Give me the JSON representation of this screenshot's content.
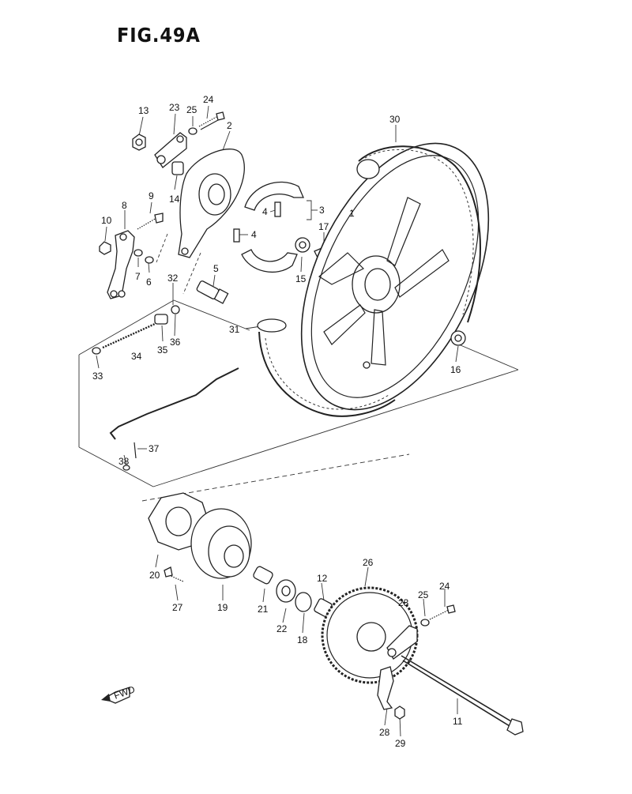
{
  "header": {
    "figure_title": "FIG.49A",
    "corner_mark": "–––"
  },
  "fwd_label": "FWD",
  "callouts": [
    {
      "id": "p13",
      "text": "13"
    },
    {
      "id": "p23a",
      "text": "23"
    },
    {
      "id": "p25a",
      "text": "25"
    },
    {
      "id": "p24a",
      "text": "24"
    },
    {
      "id": "p2",
      "text": "2"
    },
    {
      "id": "p30",
      "text": "30"
    },
    {
      "id": "p14",
      "text": "14"
    },
    {
      "id": "p9",
      "text": "9"
    },
    {
      "id": "p8",
      "text": "8"
    },
    {
      "id": "p10",
      "text": "10"
    },
    {
      "id": "p3",
      "text": "3"
    },
    {
      "id": "p4a",
      "text": "4"
    },
    {
      "id": "p4b",
      "text": "4"
    },
    {
      "id": "p1",
      "text": "1"
    },
    {
      "id": "p17",
      "text": "17"
    },
    {
      "id": "p7",
      "text": "7"
    },
    {
      "id": "p6",
      "text": "6"
    },
    {
      "id": "p32",
      "text": "32"
    },
    {
      "id": "p5",
      "text": "5"
    },
    {
      "id": "p15",
      "text": "15"
    },
    {
      "id": "p31",
      "text": "31"
    },
    {
      "id": "p35",
      "text": "35"
    },
    {
      "id": "p36",
      "text": "36"
    },
    {
      "id": "p34",
      "text": "34"
    },
    {
      "id": "p33",
      "text": "33"
    },
    {
      "id": "p16",
      "text": "16"
    },
    {
      "id": "p37",
      "text": "37"
    },
    {
      "id": "p38",
      "text": "38"
    },
    {
      "id": "p20",
      "text": "20"
    },
    {
      "id": "p26",
      "text": "26"
    },
    {
      "id": "p12",
      "text": "12"
    },
    {
      "id": "p27",
      "text": "27"
    },
    {
      "id": "p19",
      "text": "19"
    },
    {
      "id": "p21",
      "text": "21"
    },
    {
      "id": "p22",
      "text": "22"
    },
    {
      "id": "p18",
      "text": "18"
    },
    {
      "id": "p25b",
      "text": "25"
    },
    {
      "id": "p24b",
      "text": "24"
    },
    {
      "id": "p23b",
      "text": "23"
    },
    {
      "id": "p11",
      "text": "11"
    },
    {
      "id": "p28",
      "text": "28"
    },
    {
      "id": "p29",
      "text": "29"
    }
  ]
}
